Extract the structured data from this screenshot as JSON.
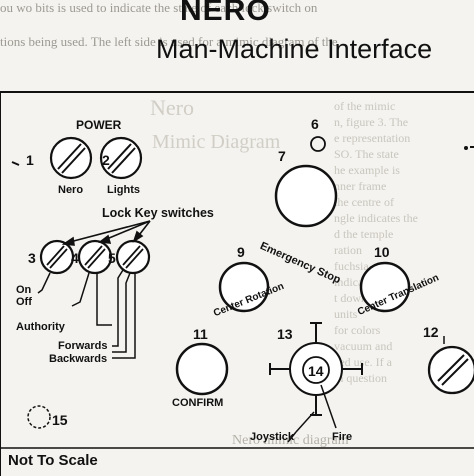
{
  "header": {
    "title": "NERO",
    "subtitle": "Man-Machine Interface"
  },
  "background_text": {
    "top_line": "ou wo bits is used to indicate the state of each lock switch on",
    "top_line2": "tions being used. The left side is used for a mimic diagram of the",
    "right_column": [
      "of the mimic",
      "n, figure 3. The",
      "e representation",
      "SO. The state",
      "he example is",
      "nner frame",
      "the centre of",
      "ngle indicates the",
      "d the temple",
      "ration",
      "fuchsia",
      "indicate the",
      "t down",
      "units",
      "for colors",
      "vacuum and",
      "ced use. If a",
      "in question"
    ],
    "panel_title": "Nero",
    "panel_subtitle": "Mimic Diagram",
    "caption": "Nero mimic diagram"
  },
  "labels": {
    "power": "POWER",
    "nero": "Nero",
    "lights": "Lights",
    "lock_key_switches": "Lock Key switches",
    "on": "On",
    "off": "Off",
    "authority": "Authority",
    "forwards": "Forwards",
    "backwards": "Backwards",
    "emergency_stop": "Emergency Stop",
    "center_rotation": "Center Rotation",
    "center_translation": "Center Translation",
    "confirm": "CONFIRM",
    "joystick": "Joystick",
    "fire": "Fire"
  },
  "numbers": {
    "n1": "1",
    "n2": "2",
    "n3": "3",
    "n4": "4",
    "n5": "5",
    "n6": "6",
    "n7": "7",
    "n9": "9",
    "n10": "10",
    "n11": "11",
    "n12": "12",
    "n13": "13",
    "n14": "14",
    "n15": "15"
  },
  "footer": {
    "note": "Not To Scale"
  }
}
